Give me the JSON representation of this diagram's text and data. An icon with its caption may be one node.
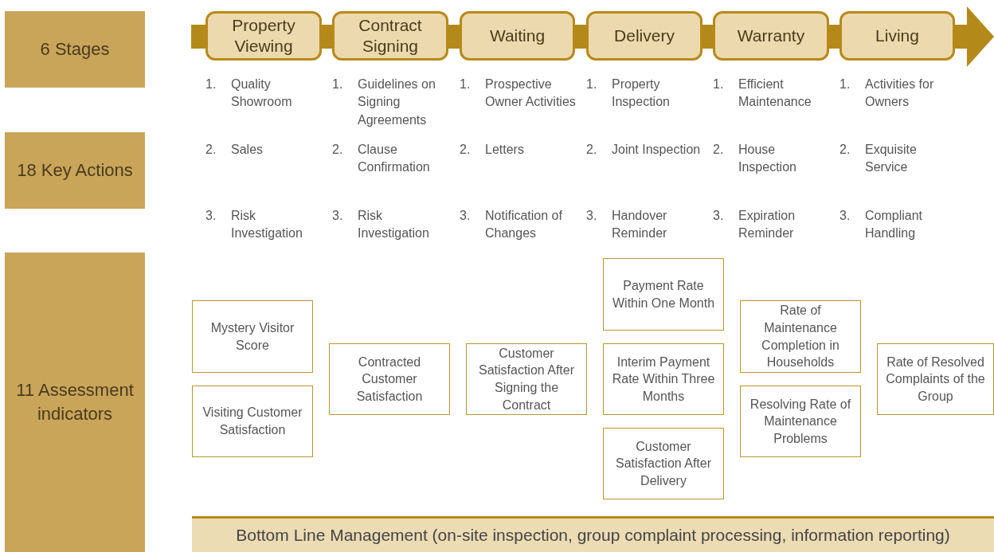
{
  "diagram": {
    "nodes": [
      {
        "text": [
          "6 Stages"
        ]
      },
      {
        "text": [
          "Property Viewing"
        ]
      },
      {
        "text": [
          "Contract Signing"
        ]
      },
      {
        "text": [
          "Waiting"
        ]
      },
      {
        "text": [
          "Delivery"
        ]
      },
      {
        "text": [
          "Warranty"
        ]
      },
      {
        "text": [
          "Living"
        ]
      },
      {
        "text": [
          "18 Key Actions"
        ]
      },
      {
        "text": [
          "11 Assessment indicators"
        ]
      },
      {
        "text": [
          "Mystery Visitor Score"
        ]
      },
      {
        "text": [
          "Visiting Customer Satisfaction"
        ]
      },
      {
        "text": [
          "Contracted Customer Satisfaction"
        ]
      },
      {
        "text": [
          "Customer Satisfaction After Signing the Contract"
        ]
      },
      {
        "text": [
          "Payment Rate Within One Month"
        ]
      },
      {
        "text": [
          "Interim Payment Rate Within Three Months"
        ]
      },
      {
        "text": [
          "Customer Satisfaction After Delivery"
        ]
      },
      {
        "text": [
          "Rate of Maintenance Completion in Households"
        ]
      },
      {
        "text": [
          "Resolving Rate of Maintenance Problems"
        ]
      },
      {
        "text": [
          "Rate of Resolved Complaints of the Group"
        ]
      },
      {
        "text": [
          "Bottom Line Management (on-site inspection, group complaint processing, information reporting)"
        ]
      }
    ],
    "labels": [
      "1.",
      "Quality Showroom",
      "1.",
      "Guidelines on Signing Agreements",
      "1.",
      "Prospective Owner Activities",
      "1.",
      "Property Inspection",
      "1.",
      "Efficient Maintenance",
      "1.",
      "Activities for Owners",
      "2.",
      "Sales",
      "2.",
      "Clause Confirmation",
      "2.",
      "Letters",
      "2.",
      "Joint Inspection",
      "2.",
      "House Inspection",
      "2.",
      "Exquisite Service",
      "3.",
      "Risk Investigation",
      "3.",
      "Risk Investigation",
      "3.",
      "Notification of Changes",
      "3.",
      "Handover Reminder",
      "3.",
      "Expiration Reminder",
      "3.",
      "Compliant Handling"
    ]
  }
}
